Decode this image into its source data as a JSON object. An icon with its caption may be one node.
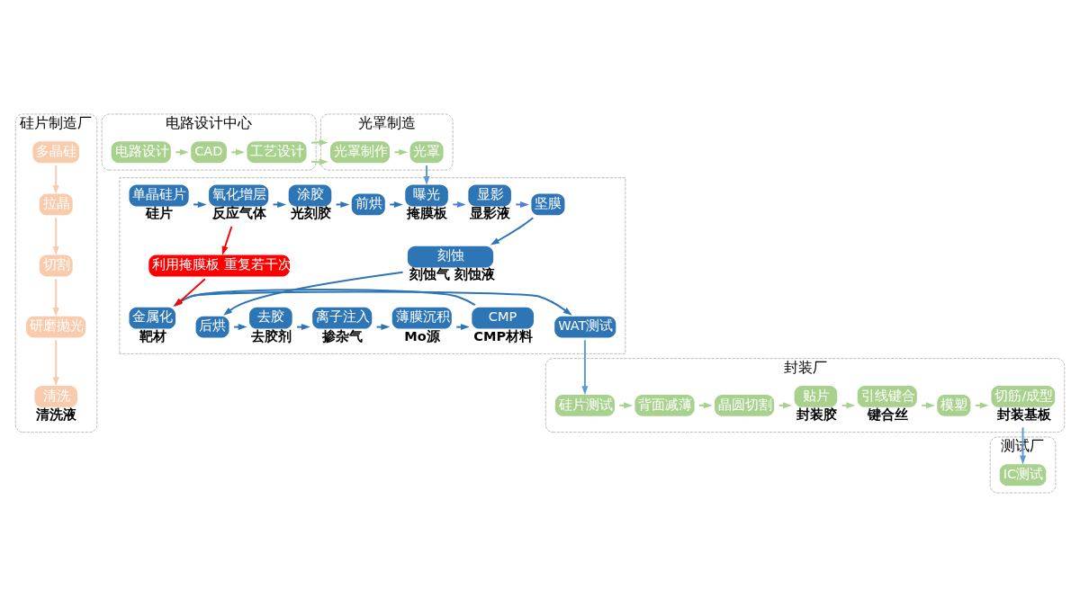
{
  "diagram": {
    "nodes": [
      {
        "text": [
          "硅片制造厂"
        ]
      },
      {
        "text": [
          "多晶硅"
        ],
        "in": 0
      },
      {
        "text": [
          "拉晶"
        ],
        "in": 0
      },
      {
        "text": [
          "切割"
        ],
        "in": 0
      },
      {
        "text": [
          "研磨抛光"
        ],
        "in": 0
      },
      {
        "text": [
          "清洗"
        ],
        "in": 0,
        "beside": [
          "清洗液"
        ]
      },
      {
        "text": [
          "电路设计中心"
        ]
      },
      {
        "text": [
          "电路设计"
        ],
        "in": 6
      },
      {
        "text": [
          "CAD"
        ],
        "in": 6
      },
      {
        "text": [
          "工艺设计"
        ],
        "in": 6
      },
      {
        "text": [
          "光罩制造"
        ]
      },
      {
        "text": [
          "光罩制作"
        ],
        "in": 10
      },
      {
        "text": [
          "光罩"
        ],
        "in": 10
      },
      {
        "text": [],
        "shape": "box"
      },
      {
        "text": [
          "单晶硅片"
        ],
        "in": 13,
        "beside": [
          "硅片"
        ]
      },
      {
        "text": [
          "氧化增层"
        ],
        "in": 13,
        "beside": [
          "反应气体"
        ]
      },
      {
        "text": [
          "涂胶"
        ],
        "in": 13,
        "beside": [
          "光刻胶"
        ]
      },
      {
        "text": [
          "前烘"
        ],
        "in": 13
      },
      {
        "text": [
          "曝光"
        ],
        "in": 13,
        "beside": [
          "掩膜板"
        ]
      },
      {
        "text": [
          "显影"
        ],
        "in": 13,
        "beside": [
          "显影液"
        ]
      },
      {
        "text": [
          "坚膜"
        ],
        "in": 13
      },
      {
        "text": [
          "刻蚀"
        ],
        "in": 13,
        "beside": [
          "刻蚀气 刻蚀液"
        ]
      },
      {
        "text": [
          "后烘"
        ],
        "in": 13
      },
      {
        "text": [
          "去胶"
        ],
        "in": 13,
        "beside": [
          "去胶剂"
        ]
      },
      {
        "text": [
          "离子注入"
        ],
        "in": 13,
        "beside": [
          "掺杂气"
        ]
      },
      {
        "text": [
          "薄膜沉积"
        ],
        "in": 13,
        "beside": [
          "Mo源"
        ]
      },
      {
        "text": [
          "CMP"
        ],
        "in": 13,
        "beside": [
          "CMP材料"
        ]
      },
      {
        "text": [
          "金属化"
        ],
        "in": 13,
        "beside": [
          "靶材"
        ]
      },
      {
        "text": [
          "WAT测试"
        ],
        "in": 13
      },
      {
        "text": [
          "利用掩膜板 重复若干次"
        ],
        "in": 13
      },
      {
        "text": [
          "封装厂"
        ]
      },
      {
        "text": [
          "硅片测试"
        ],
        "in": 30
      },
      {
        "text": [
          "背面减薄"
        ],
        "in": 30
      },
      {
        "text": [
          "晶圆切割"
        ],
        "in": 30
      },
      {
        "text": [
          "贴片"
        ],
        "in": 30,
        "beside": [
          "封装胶"
        ]
      },
      {
        "text": [
          "引线键合"
        ],
        "in": 30,
        "beside": [
          "键合丝"
        ]
      },
      {
        "text": [
          "模塑"
        ],
        "in": 30
      },
      {
        "text": [
          "切筋/成型"
        ],
        "in": 30,
        "beside": [
          "封装基板"
        ]
      },
      {
        "text": [
          "测试厂"
        ]
      },
      {
        "text": [
          "IC测试"
        ],
        "in": 38
      }
    ],
    "edges": [
      {
        "from": 1,
        "to": 2,
        "arrow": "to",
        "color": "#f8cbad"
      },
      {
        "from": 2,
        "to": 3,
        "arrow": "to",
        "color": "#f8cbad"
      },
      {
        "from": 3,
        "to": 4,
        "arrow": "to",
        "color": "#f8cbad"
      },
      {
        "from": 4,
        "to": 5,
        "arrow": "to",
        "color": "#f8cbad"
      },
      {
        "from": 7,
        "to": 8,
        "arrow": "to",
        "color": "#a9d18e"
      },
      {
        "from": 8,
        "to": 9,
        "arrow": "to",
        "color": "#a9d18e"
      },
      {
        "from": 9,
        "to": 11,
        "arrow": "to",
        "color": "#a9d18e"
      },
      {
        "from": 11,
        "to": 12,
        "arrow": "to",
        "color": "#a9d18e"
      },
      {
        "from": 12,
        "to": 18,
        "arrow": "to",
        "color": "#5b9bd5"
      },
      {
        "from": 14,
        "to": 15,
        "arrow": "to"
      },
      {
        "from": 15,
        "to": 16,
        "arrow": "to"
      },
      {
        "from": 16,
        "to": 17,
        "arrow": "to"
      },
      {
        "from": 17,
        "to": 18,
        "arrow": "to"
      },
      {
        "from": 18,
        "to": 19,
        "arrow": "to",
        "color": "#4f81d9"
      },
      {
        "from": 19,
        "to": 20,
        "arrow": "to",
        "color": "#4f81d9"
      },
      {
        "from": 20,
        "to": 21,
        "arrow": "to"
      },
      {
        "from": 21,
        "to": 22,
        "arrow": "to"
      },
      {
        "from": 22,
        "to": 23,
        "arrow": "to"
      },
      {
        "from": 23,
        "to": 24,
        "arrow": "to"
      },
      {
        "from": 24,
        "to": 25,
        "arrow": "to"
      },
      {
        "from": 25,
        "to": 26,
        "arrow": "to"
      },
      {
        "from": 26,
        "to": 27,
        "arrow": "to"
      },
      {
        "from": 27,
        "to": 28,
        "arrow": "to"
      },
      {
        "from": 15,
        "to": 29,
        "arrow": "to",
        "color": "#ff0000"
      },
      {
        "from": 29,
        "to": 27,
        "arrow": "to",
        "color": "#ff0000"
      },
      {
        "from": 28,
        "to": 31,
        "arrow": "to",
        "color": "#5b9bd5"
      },
      {
        "from": 31,
        "to": 32,
        "arrow": "to",
        "color": "#a9d18e"
      },
      {
        "from": 32,
        "to": 33,
        "arrow": "to",
        "color": "#a9d18e"
      },
      {
        "from": 33,
        "to": 34,
        "arrow": "to",
        "color": "#a9d18e"
      },
      {
        "from": 34,
        "to": 35,
        "arrow": "to",
        "color": "#a9d18e"
      },
      {
        "from": 35,
        "to": 36,
        "arrow": "to",
        "color": "#a9d18e"
      },
      {
        "from": 36,
        "to": 37,
        "arrow": "to",
        "color": "#a9d18e"
      },
      {
        "from": 37,
        "to": 39,
        "arrow": "to",
        "color": "#5b9bd5"
      }
    ]
  }
}
